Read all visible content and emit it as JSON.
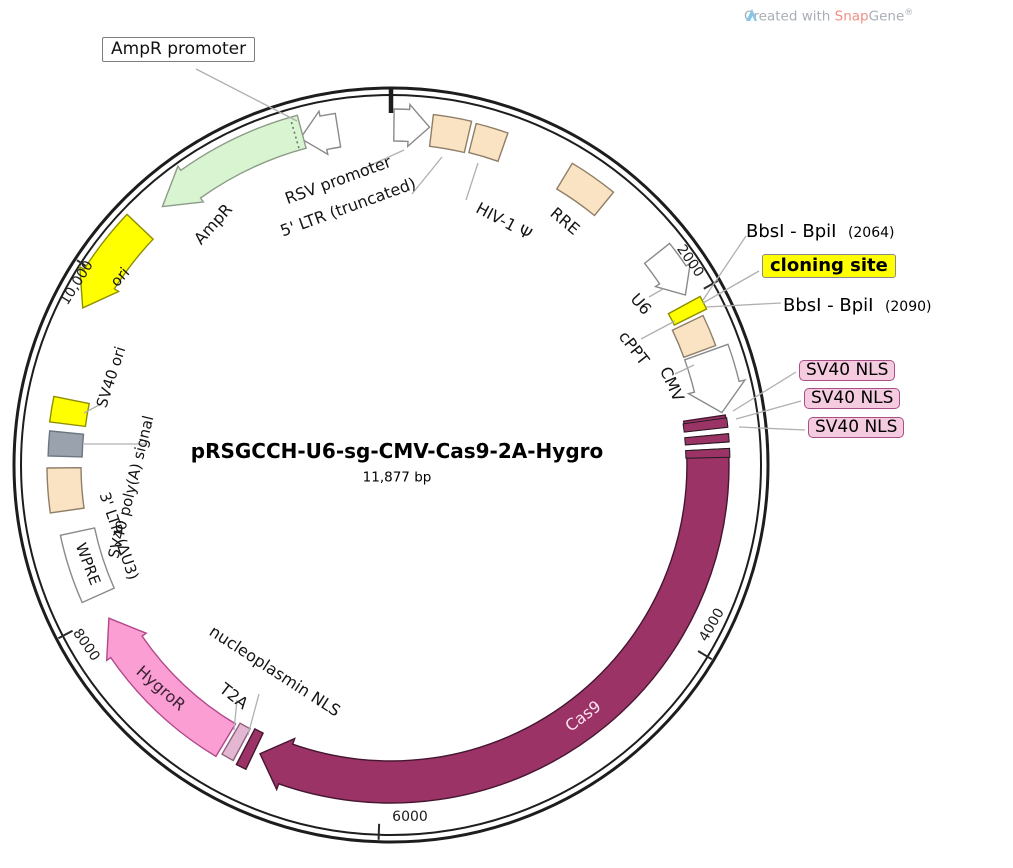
{
  "watermark": {
    "prefix": "Created with ",
    "brand_a": "Snap",
    "brand_b": "Gene",
    "reg": "®"
  },
  "plasmid": {
    "name": "pRSGCCH-U6-sg-CMV-Cas9-2A-Hygro",
    "size": "11,877 bp"
  },
  "tick_labels": {
    "t2000": "2000",
    "t4000": "4000",
    "t6000": "6000",
    "t8000": "8000",
    "t10000": "10,000"
  },
  "features": {
    "ampr": "AmpR",
    "ori": "ori",
    "rsv": "RSV promoter",
    "ltr5": "5' LTR (truncated)",
    "hiv_psi": "HIV-1 Ψ",
    "rre": "RRE",
    "u6": "U6",
    "cppt": "cPPT",
    "cmv": "CMV",
    "cas9": "Cas9",
    "hygror": "HygroR",
    "t2a": "T2A",
    "nuc_nls": "nucleoplasmin NLS",
    "wpre": "WPRE",
    "ltr3": "3' LTR (ΔU3)",
    "sv40_polya": "SV40 poly(A) signal",
    "sv40_ori": "SV40 ori"
  },
  "callouts": {
    "ampr_promoter": "AmpR promoter",
    "bbsi_site_1": "BbsI - BpiI",
    "bbsi_site_1_pos": "(2064)",
    "cloning_site": "cloning site",
    "bbsi_site_2": "BbsI - BpiI",
    "bbsi_site_2_pos": "(2090)",
    "sv40_nls_1": "SV40 NLS",
    "sv40_nls_2": "SV40 NLS",
    "sv40_nls_3": "SV40 NLS"
  },
  "palette": {
    "ring": "#1d1d1d",
    "tick": "#2b2b2b",
    "callout_line": "#b0b0b0",
    "peach": "#fae3c2",
    "peach_stroke": "#8f7e67",
    "green": "#d9f4d0",
    "green_stroke": "#8d9c88",
    "yellow": "#ffff00",
    "yellow_stroke": "#8f8f00",
    "gray_box": "#9aa2ad",
    "gray_box_stroke": "#6d7580",
    "pink": "#fa9ed4",
    "pink_stroke": "#b2488a",
    "maroon": "#9c3366",
    "maroon_stroke": "#451630",
    "t2a_fill": "#e3b7d1",
    "t2a_stroke": "#8f5f7e",
    "white_stroke": "#8a8a8a",
    "cas9_text": "#fbe3ef",
    "logo_blue": "#85c6e8"
  }
}
